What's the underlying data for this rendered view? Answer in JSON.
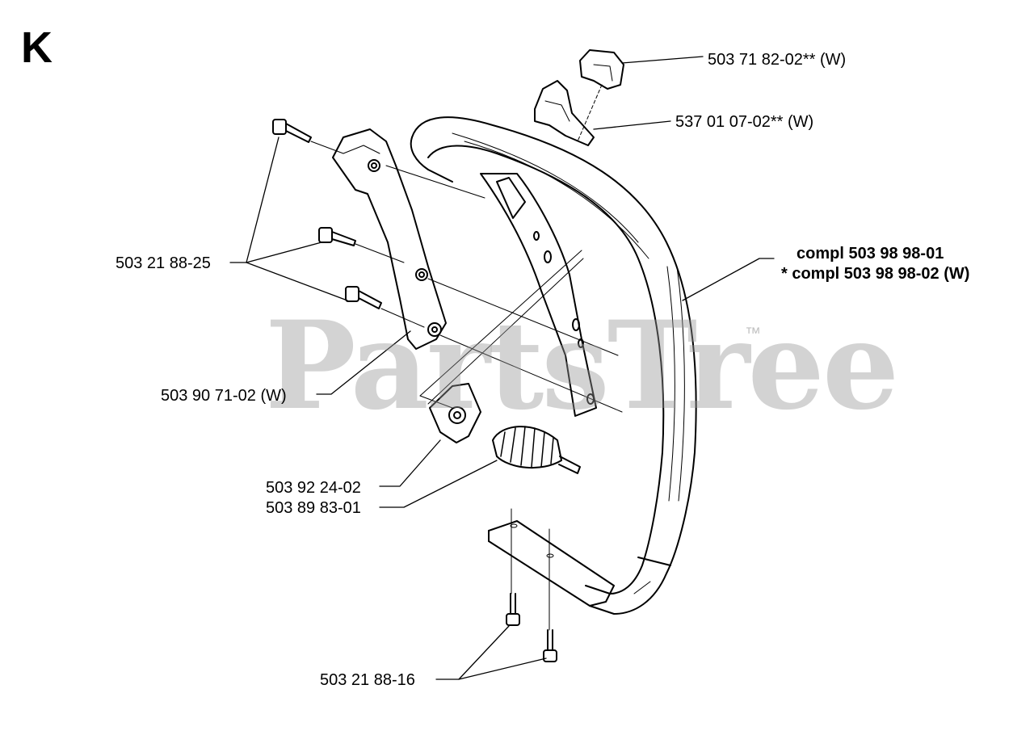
{
  "section_letter": "K",
  "watermark": {
    "text": "PartsTree",
    "tm": "™"
  },
  "parts": {
    "p1": "503 71 82-02** (W)",
    "p2": "537 01 07-02** (W)",
    "p3a": "compl 503 98 98-01",
    "p3b": "* compl 503 98 98-02 (W)",
    "p4": "503 21 88-25",
    "p5": "503 90 71-02 (W)",
    "p6": "503 92 24-02",
    "p7": "503 89 83-01",
    "p8": "503 21 88-16"
  }
}
